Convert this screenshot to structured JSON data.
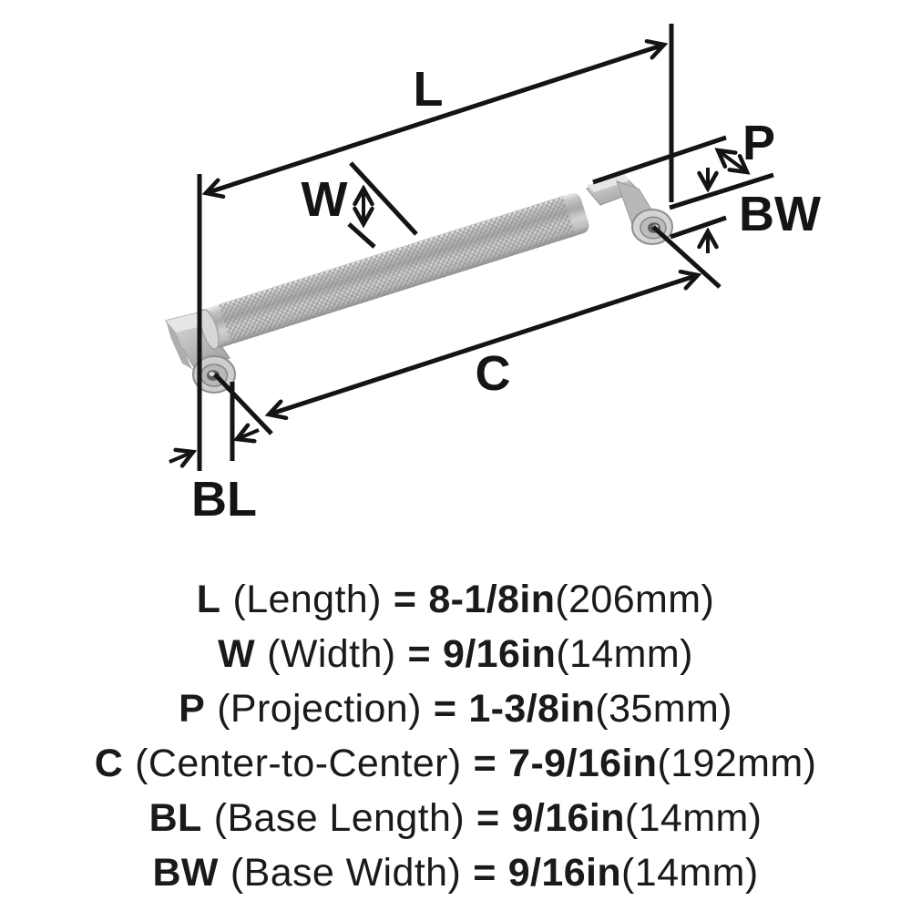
{
  "diagram": {
    "labels": {
      "length": "L",
      "width": "W",
      "projection": "P",
      "base_width": "BW",
      "center_to_center": "C",
      "base_length": "BL"
    }
  },
  "specs": [
    {
      "code": "L",
      "name": "(Length)",
      "equals": "=",
      "value": "8-1/8in",
      "metric": "(206mm)"
    },
    {
      "code": "W",
      "name": "(Width)",
      "equals": "=",
      "value": "9/16in",
      "metric": "(14mm)"
    },
    {
      "code": "P",
      "name": "(Projection)",
      "equals": "=",
      "value": "1-3/8in",
      "metric": "(35mm)"
    },
    {
      "code": "C",
      "name": "(Center-to-Center)",
      "equals": "=",
      "value": "7-9/16in",
      "metric": "(192mm)"
    },
    {
      "code": "BL",
      "name": "(Base Length)",
      "equals": "=",
      "value": "9/16in",
      "metric": "(14mm)"
    },
    {
      "code": "BW",
      "name": "(Base Width)",
      "equals": "=",
      "value": "9/16in",
      "metric": "(14mm)"
    }
  ],
  "colors": {
    "ink": "#141414",
    "background": "#ffffff",
    "metal_highlight": "#e9e9e9",
    "metal_mid": "#bdbdbd",
    "metal_dark": "#8f8f8f",
    "screw_hole": "#5f5f5f"
  }
}
